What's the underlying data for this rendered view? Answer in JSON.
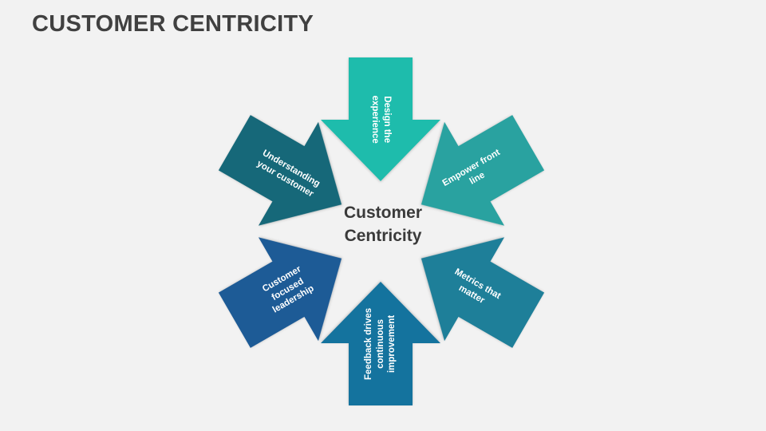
{
  "slide": {
    "title": "CUSTOMER CENTRICITY",
    "background_color": "#f2f2f2",
    "title_color": "#404040"
  },
  "diagram": {
    "center": {
      "lines": [
        "Customer",
        "Centricity"
      ],
      "text_color": "#3a3a3a"
    },
    "arrows": [
      {
        "id": "design-the-experience",
        "label_lines": [
          "Design the",
          "experience"
        ],
        "color": "#1ebcac",
        "direction": "down"
      },
      {
        "id": "empower-front-line",
        "label_lines": [
          "Empower front",
          "line"
        ],
        "color": "#29a2a0",
        "direction": "down-left"
      },
      {
        "id": "metrics-that-matter",
        "label_lines": [
          "Metrics that",
          "matter"
        ],
        "color": "#1e7f99",
        "direction": "up-left"
      },
      {
        "id": "feedback-drives-continuous-improvement",
        "label_lines": [
          "Feedback drives",
          "continuous",
          "improvement"
        ],
        "color": "#14739e",
        "direction": "up"
      },
      {
        "id": "customer-focused-leadership",
        "label_lines": [
          "Customer",
          "focused",
          "leadership"
        ],
        "color": "#1d5b96",
        "direction": "up-right"
      },
      {
        "id": "understanding-your-customer",
        "label_lines": [
          "Understanding",
          "your customer"
        ],
        "color": "#166879",
        "direction": "down-right"
      }
    ]
  }
}
